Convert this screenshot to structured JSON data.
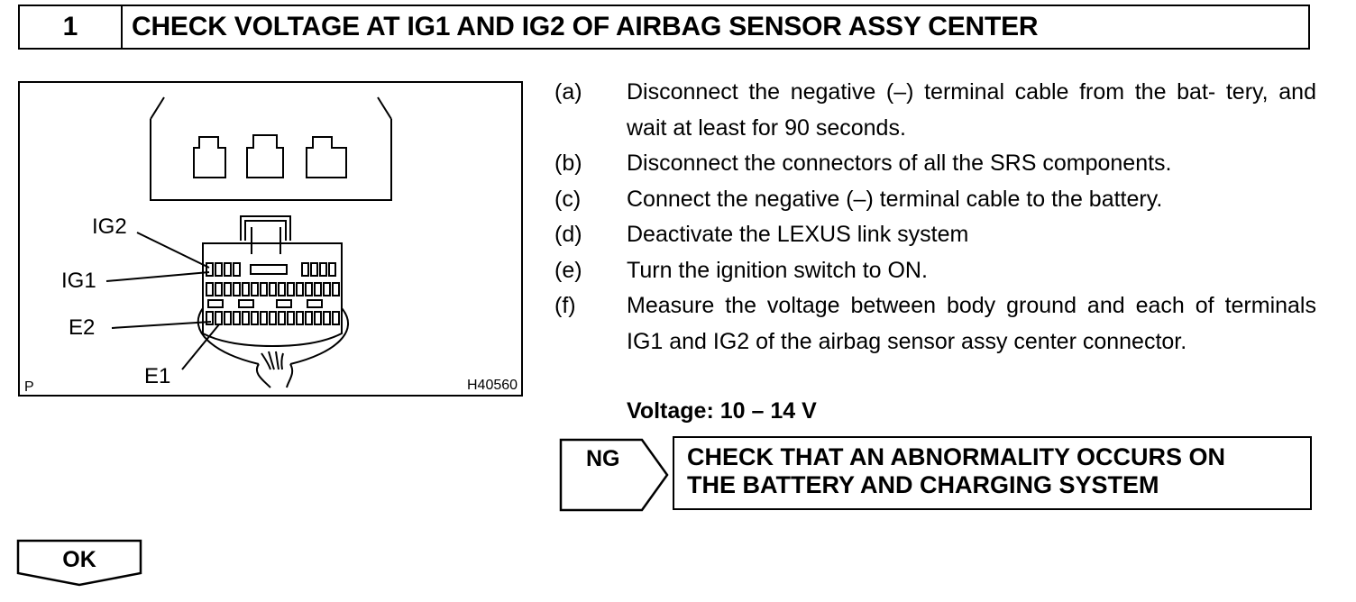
{
  "header": {
    "step_number": "1",
    "title": "CHECK VOLTAGE AT IG1 AND IG2 OF AIRBAG SENSOR ASSY CENTER"
  },
  "figure": {
    "labels": {
      "ig2": "IG2",
      "ig1": "IG1",
      "e2": "E2",
      "e1": "E1"
    },
    "corner_mark": "P",
    "code": "H40560"
  },
  "steps": [
    {
      "letter": "(a)",
      "text": "Disconnect the negative (–) terminal cable from the bat- tery, and wait at least for 90 seconds."
    },
    {
      "letter": "(b)",
      "text": "Disconnect the connectors of all the SRS components."
    },
    {
      "letter": "(c)",
      "text": "Connect the negative (–) terminal cable to the battery."
    },
    {
      "letter": "(d)",
      "text": "Deactivate the LEXUS link system"
    },
    {
      "letter": "(e)",
      "text": "Turn the ignition switch to ON."
    },
    {
      "letter": "(f)",
      "text": "Measure the voltage between body ground and each of terminals IG1 and IG2 of the airbag sensor assy center connector."
    }
  ],
  "spec": "Voltage: 10 – 14 V",
  "ng": {
    "label": "NG",
    "action_line1": "CHECK THAT AN ABNORMALITY OCCURS ON",
    "action_line2": "THE BATTERY AND CHARGING SYSTEM"
  },
  "ok": {
    "label": "OK"
  }
}
